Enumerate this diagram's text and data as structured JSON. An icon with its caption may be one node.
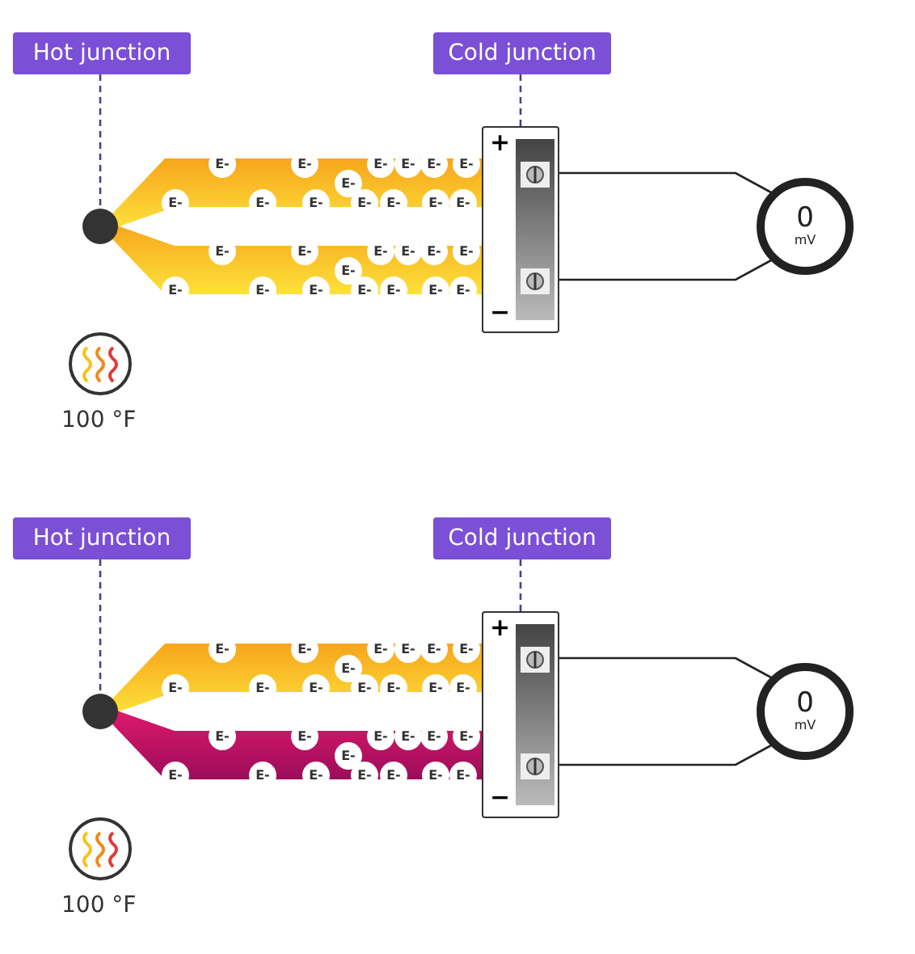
{
  "diagram": {
    "nodes": [
      {
        "text": [
          "Hot junction"
        ]
      },
      {
        "text": [
          "Cold junction"
        ]
      },
      {
        "text": [],
        "shape": "circle"
      },
      {
        "text": [
          "E-",
          "E-",
          "E-",
          "E-",
          "E-",
          "E-",
          "E-",
          "E-",
          "E-",
          "E-",
          "E-",
          "E-",
          "E-",
          "E-"
        ]
      },
      {
        "text": [
          "E-",
          "E-",
          "E-",
          "E-",
          "E-",
          "E-",
          "E-",
          "E-",
          "E-",
          "E-",
          "E-",
          "E-",
          "E-",
          "E-"
        ]
      },
      {
        "text": [
          "+",
          "−"
        ]
      },
      {
        "text": [
          "0",
          "mV"
        ]
      },
      {
        "text": [
          "Hot junction"
        ]
      },
      {
        "text": [
          "Cold junction"
        ]
      },
      {
        "text": [],
        "shape": "circle"
      },
      {
        "text": [
          "E-",
          "E-",
          "E-",
          "E-",
          "E-",
          "E-",
          "E-",
          "E-",
          "E-",
          "E-",
          "E-",
          "E-",
          "E-",
          "E-"
        ]
      },
      {
        "text": [
          "E-",
          "E-",
          "E-",
          "E-",
          "E-",
          "E-",
          "E-",
          "E-",
          "E-",
          "E-",
          "E-",
          "E-",
          "E-",
          "E-"
        ]
      },
      {
        "text": [
          "+",
          "−"
        ]
      },
      {
        "text": [
          "0",
          "mV"
        ]
      }
    ],
    "edges": [
      {
        "from": 0,
        "to": 2,
        "arrow": "none",
        "style": "dashed",
        "color": "#4a3f8f"
      },
      {
        "from": 1,
        "to": 5,
        "arrow": "none",
        "style": "dashed",
        "color": "#4a3f8f"
      },
      {
        "from": 5,
        "to": 6,
        "arrow": "none",
        "color": "#222222"
      },
      {
        "from": 5,
        "to": 6,
        "arrow": "none",
        "color": "#222222"
      },
      {
        "from": 7,
        "to": 9,
        "arrow": "none",
        "style": "dashed",
        "color": "#4a3f8f"
      },
      {
        "from": 8,
        "to": 12,
        "arrow": "none",
        "style": "dashed",
        "color": "#4a3f8f"
      },
      {
        "from": 12,
        "to": 13,
        "arrow": "none",
        "color": "#222222"
      },
      {
        "from": 12,
        "to": 13,
        "arrow": "none",
        "color": "#222222"
      }
    ],
    "labels": [
      "100 °F",
      "100 °F"
    ]
  }
}
